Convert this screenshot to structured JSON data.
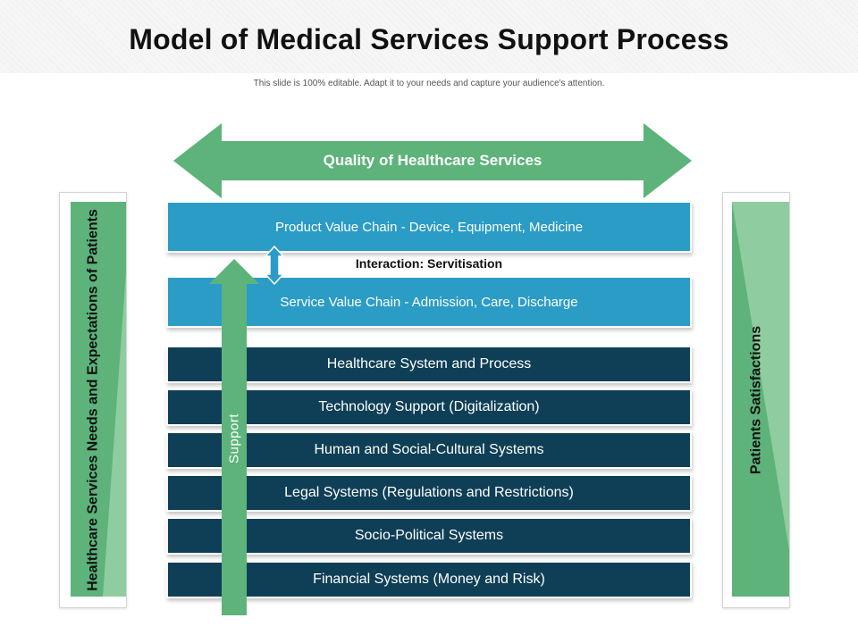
{
  "title": "Model of Medical Services Support Process",
  "subtitle": "This slide is 100% editable. Adapt it to your needs and capture your audience's attention.",
  "top_arrow_label": "Quality of Healthcare Services",
  "left_panel_label": "Healthcare Services Needs and Expectations of Patients",
  "right_panel_label": "Patients Satisfactions",
  "value_chains": [
    {
      "label": "Product Value Chain - Device, Equipment, Medicine"
    },
    {
      "label": "Service Value Chain - Admission, Care, Discharge"
    }
  ],
  "interaction_label": "Interaction: Servitisation",
  "support_label": "Support",
  "systems": [
    {
      "label": "Healthcare System and Process"
    },
    {
      "label": "Technology Support (Digitalization)"
    },
    {
      "label": "Human and Social-Cultural Systems"
    },
    {
      "label": "Legal Systems (Regulations and Restrictions)"
    },
    {
      "label": "Socio-Political Systems"
    },
    {
      "label": "Financial Systems (Money and Risk)"
    }
  ],
  "colors": {
    "green": "#5db37a",
    "light_green": "#8fcc9f",
    "light_blue": "#2b9cc6",
    "dark_navy": "#0f3f56"
  }
}
